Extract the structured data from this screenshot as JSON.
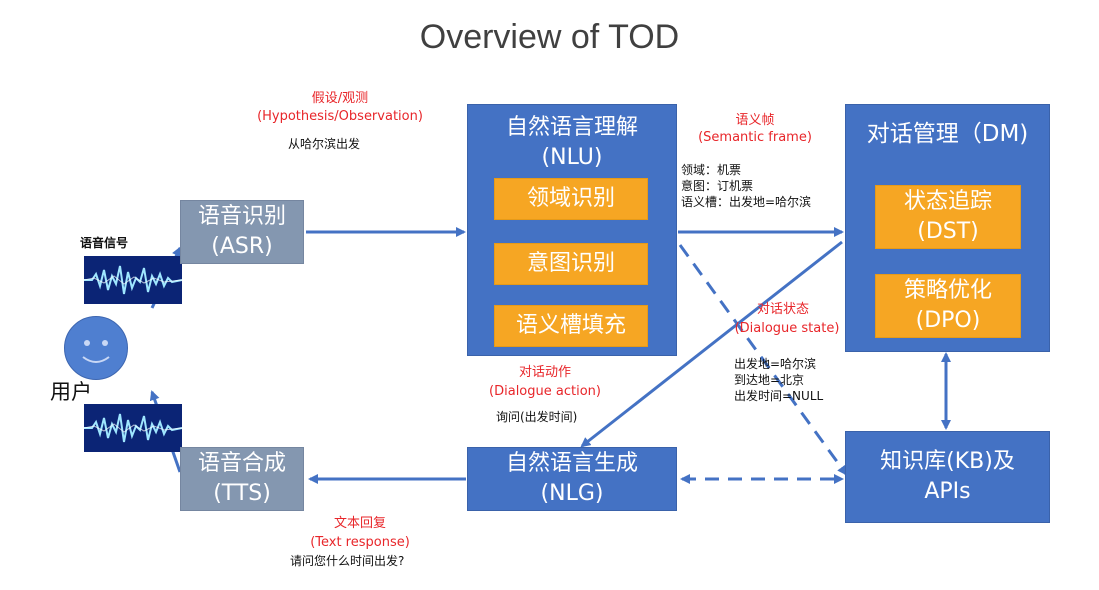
{
  "title": "Overview of TOD",
  "user": {
    "label": "用户"
  },
  "speech_signal": "语音信号",
  "asr": {
    "line1": "语音识别",
    "line2": "(ASR)"
  },
  "tts": {
    "line1": "语音合成",
    "line2": "(TTS)"
  },
  "nlu": {
    "line1": "自然语言理解",
    "line2": "(NLU)",
    "steps": [
      "领域识别",
      "意图识别",
      "语义槽填充"
    ]
  },
  "nlg": {
    "line1": "自然语言生成",
    "line2": "(NLG)"
  },
  "dm": {
    "title": "对话管理（DM)",
    "dst_line1": "状态追踪",
    "dst_line2": "(DST)",
    "dpo_line1": "策略优化",
    "dpo_line2": "(DPO)"
  },
  "kb": {
    "line1": "知识库(KB)及",
    "line2": "APIs"
  },
  "hypothesis": {
    "cn": "假设/观测",
    "en": "(Hypothesis/Observation)",
    "example": "从哈尔滨出发"
  },
  "semantic_frame": {
    "cn": "语义帧",
    "en": "(Semantic frame)",
    "lines": [
      "领域：机票",
      "意图：订机票",
      "语义槽：出发地=哈尔滨"
    ]
  },
  "dialogue_state": {
    "cn": "对话状态",
    "en": "(Dialogue state)",
    "lines": [
      "出发地=哈尔滨",
      "到达地=北京",
      "出发时间=NULL"
    ]
  },
  "dialogue_action": {
    "cn": "对话动作",
    "en": "(Dialogue action)",
    "example": "询问(出发时间)"
  },
  "text_response": {
    "cn": "文本回复",
    "en": "(Text response)",
    "example": "请问您什么时间出发?"
  },
  "colors": {
    "blue": "#4472c4",
    "grey": "#8497b0",
    "orange": "#f6a623",
    "red": "#e8262a",
    "arrow": "#4472c4"
  }
}
